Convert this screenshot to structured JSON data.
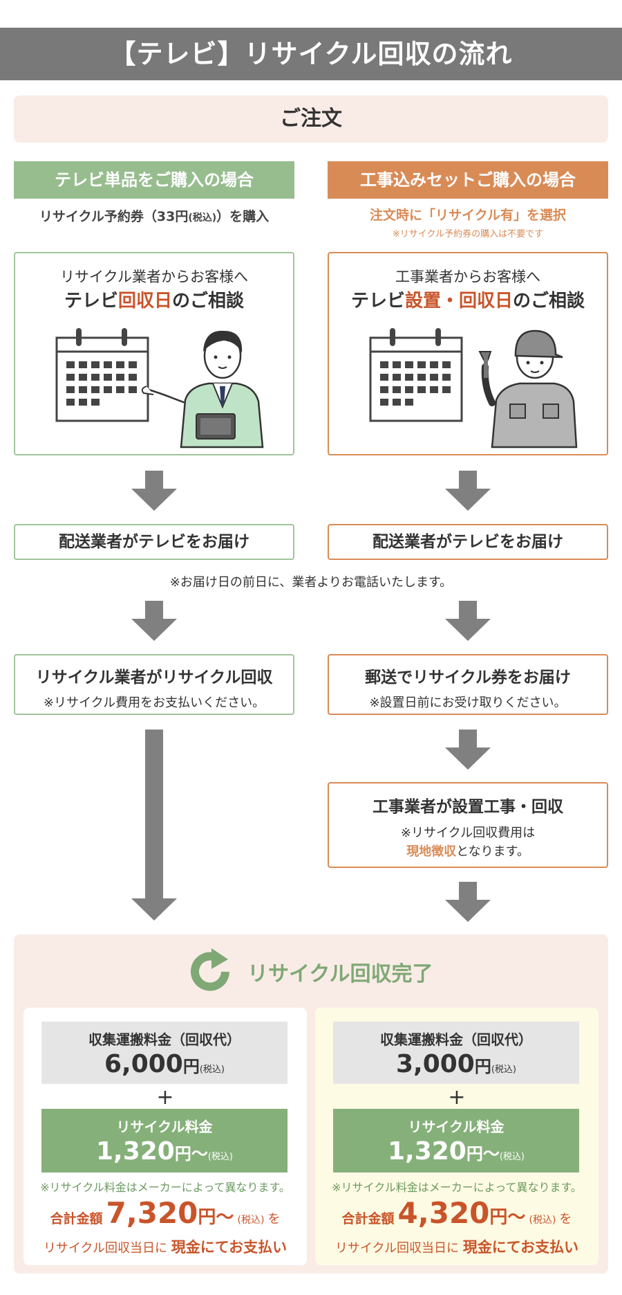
{
  "title": "【テレビ】リサイクル回収の流れ",
  "order": "ご注文",
  "left": {
    "heading": "テレビ単品をご購入の場合",
    "note_a": "リサイクル予約券（33円",
    "note_tax": "(税込)",
    "note_b": "）を購入",
    "card_line1": "リサイクル業者からお客様へ",
    "card_line2_a": "テレビ",
    "card_line2_hl": "回収日",
    "card_line2_b": "のご相談",
    "delivery": "配送業者がテレビをお届け",
    "step3_title": "リサイクル業者がリサイクル回収",
    "step3_note": "※リサイクル費用をお支払いください。"
  },
  "right": {
    "heading": "工事込みセットご購入の場合",
    "note_line1": "注文時に「リサイクル有」を選択",
    "note_line2": "※リサイクル予約券の購入は不要です",
    "card_line1": "工事業者からお客様へ",
    "card_line2_a": "テレビ",
    "card_line2_hl": "設置・回収日",
    "card_line2_b": "のご相談",
    "delivery": "配送業者がテレビをお届け",
    "step3_title": "郵送でリサイクル券をお届け",
    "step3_note": "※設置日前にお受け取りください。",
    "step4_title": "工事業者が設置工事・回収",
    "step4_note1": "※リサイクル回収費用は",
    "step4_note2_hl": "現地徴収",
    "step4_note2_b": "となります。"
  },
  "delivery_note": "※お届け日の前日に、業者よりお電話いたします。",
  "complete_title": "リサイクル回収完了",
  "fees": [
    {
      "collect_label": "収集運搬料金（回収代）",
      "collect_value": "6,000",
      "yen": "円",
      "tax": "(税込)",
      "plus": "+",
      "recycle_label": "リサイクル料金",
      "recycle_value": "1,320",
      "recycle_unit": "円〜",
      "note": "※リサイクル料金はメーカーによって異なります。",
      "total_label": "合計金額",
      "total_value": "7,320",
      "total_unit": "円〜",
      "total_suffix": "を",
      "pay_a": "リサイクル回収当日に",
      "pay_b": "現金にてお支払い"
    },
    {
      "collect_label": "収集運搬料金（回収代）",
      "collect_value": "3,000",
      "yen": "円",
      "tax": "(税込)",
      "plus": "+",
      "recycle_label": "リサイクル料金",
      "recycle_value": "1,320",
      "recycle_unit": "円〜",
      "note": "※リサイクル料金はメーカーによって異なります。",
      "total_label": "合計金額",
      "total_value": "4,320",
      "total_unit": "円〜",
      "total_suffix": "を",
      "pay_a": "リサイクル回収当日に",
      "pay_b": "現金にてお支払い"
    }
  ],
  "colors": {
    "green": "#97bd8f",
    "orange": "#d98b56",
    "gray_bar": "#797979",
    "accent_red": "#c9542a",
    "pink_bg": "#f9ece7",
    "arrow_gray": "#808080"
  }
}
